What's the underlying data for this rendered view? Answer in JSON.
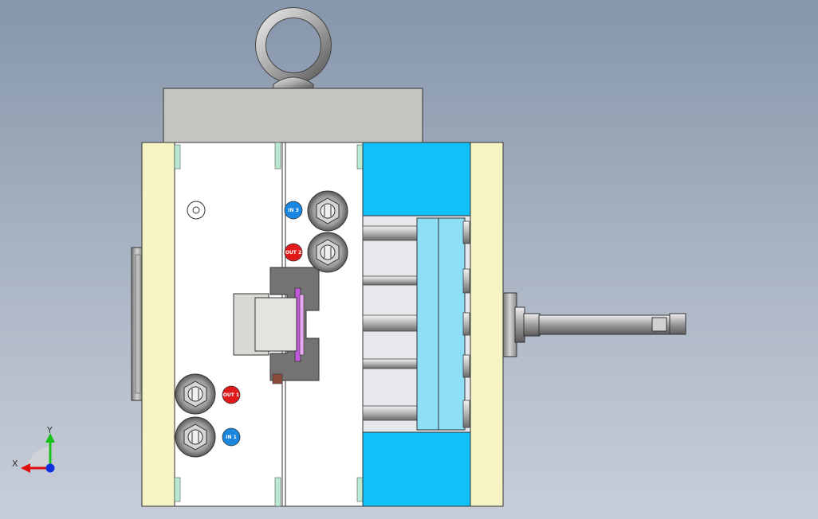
{
  "colors": {
    "background_top": "#8696ab",
    "background_bottom": "#c8ced9",
    "clamp_plate": "#f6f4c4",
    "mold_plate": "#ffffff",
    "ejector_housing": "#12c1fa",
    "ejector_plate": "#8ddff7",
    "top_block": "#c4c4c0",
    "steel_dark": "#6e6e6e",
    "cooling_red": "#e01a1a",
    "cooling_blue": "#1a86e0",
    "part_magenta": "#c05adb",
    "axis_red": "#e01010",
    "axis_green": "#18c018",
    "axis_blue": "#1030e0"
  },
  "triad": {
    "x_label": "X",
    "y_label": "Y"
  },
  "port_labels": {
    "in_top": "IN 3",
    "out_top": "OUT 2",
    "out_bottom": "OUT 1",
    "in_bottom": "IN 1"
  },
  "components": [
    "eyebolt",
    "top-block",
    "clamp-plate-left",
    "a-plate",
    "b-plate",
    "ejector-housing",
    "ejector-plates",
    "clamp-plate-right",
    "locating-ring",
    "sprue-bushing-rod",
    "cooling-connectors",
    "molded-part"
  ]
}
